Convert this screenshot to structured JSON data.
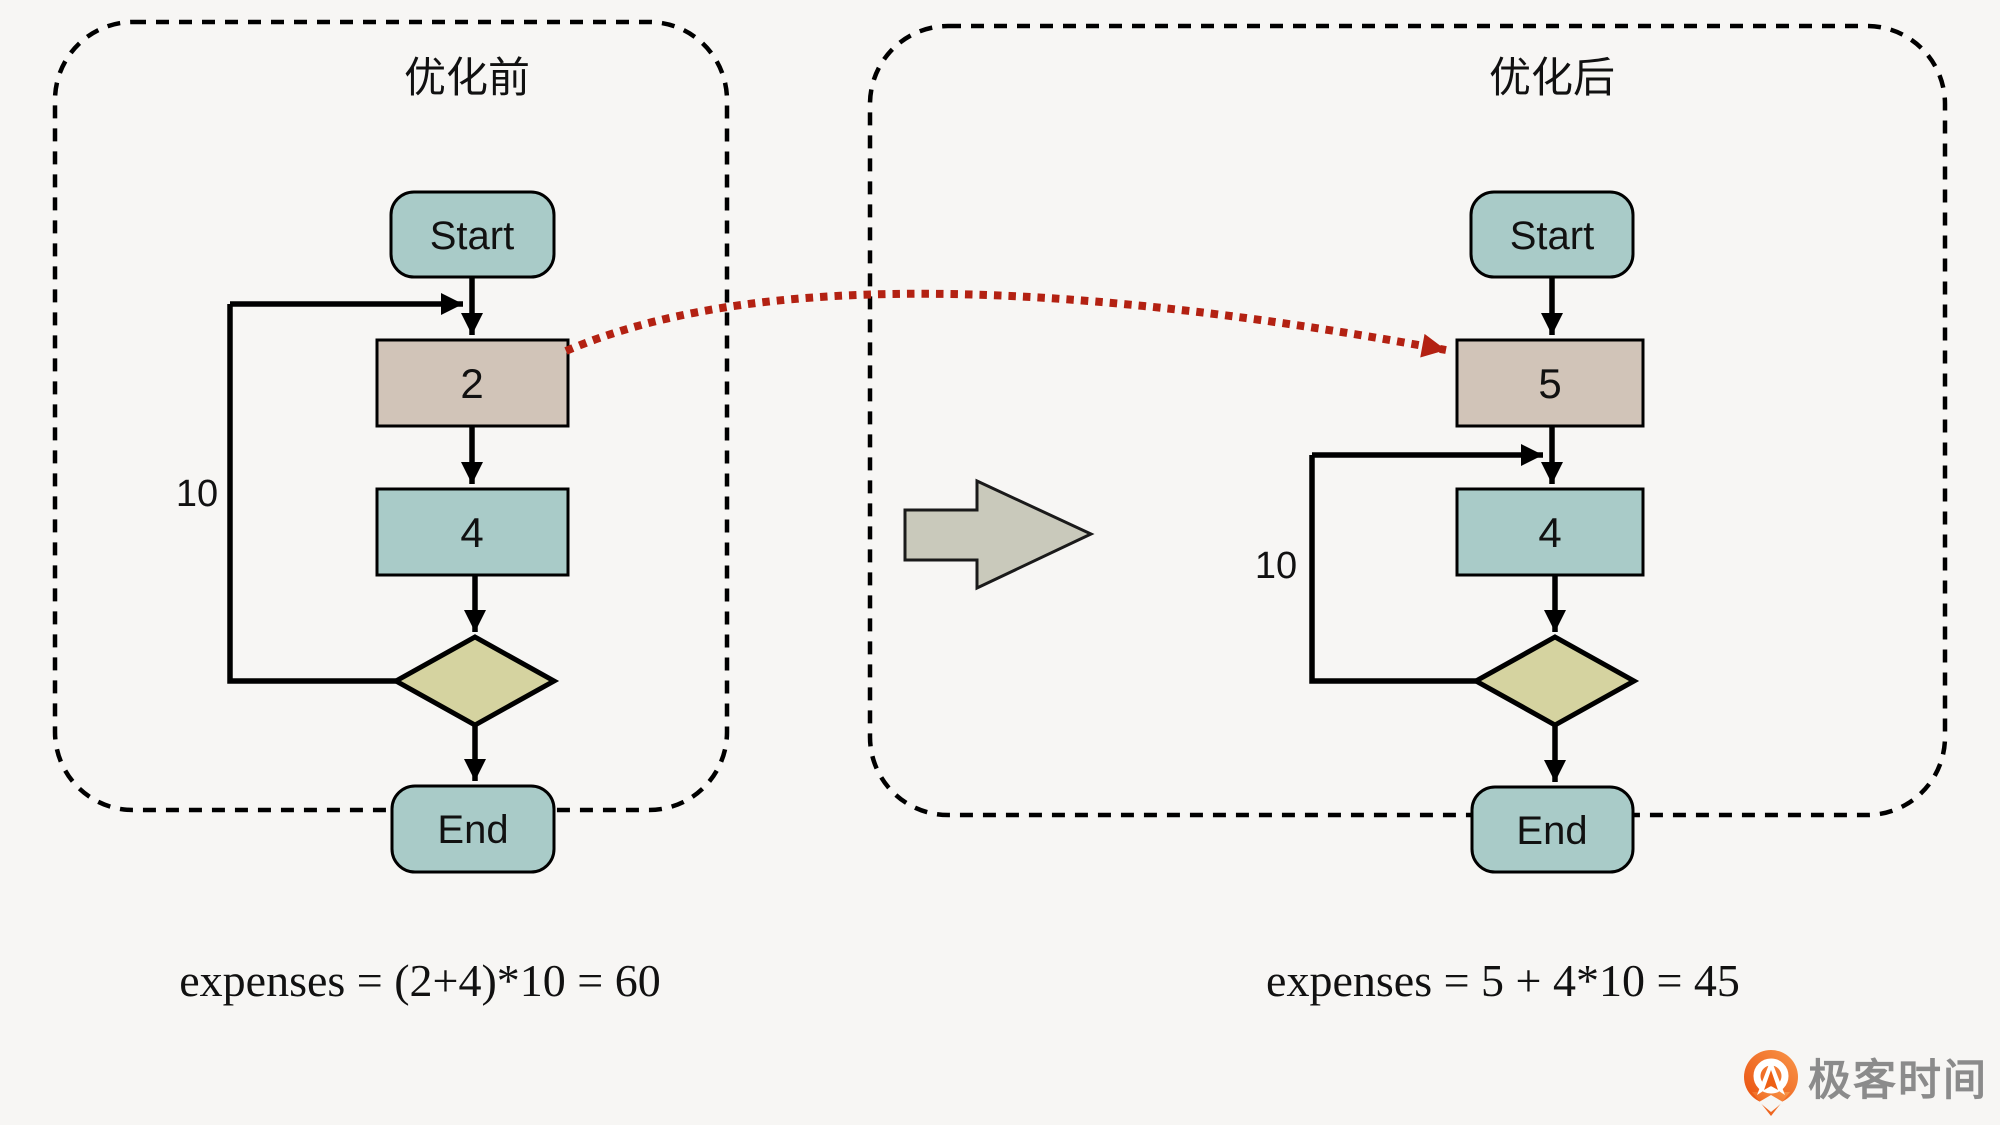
{
  "colors": {
    "background": "#f7f6f4",
    "terminal_fill": "#a9cbc8",
    "outer_cost_fill": "#d1c4b8",
    "inner_cost_fill": "#a9cbc8",
    "decision_fill": "#d5d3a0",
    "flow_line": "#000000",
    "transform_arrow_fill": "#c9c9bb",
    "move_arrow_red": "#b32112",
    "logo_orange": "#ed5a10",
    "logo_text_gray": "#8b8b8b"
  },
  "panels": {
    "before": {
      "title": "优化前",
      "start_label": "Start",
      "outer_cost": "2",
      "inner_cost": "4",
      "end_label": "End",
      "loop_count": "10",
      "formula": "expenses = (2+4)*10 = 60"
    },
    "after": {
      "title": "优化后",
      "start_label": "Start",
      "outer_cost": "5",
      "inner_cost": "4",
      "end_label": "End",
      "loop_count": "10",
      "formula": "expenses = 5 + 4*10 = 45"
    }
  },
  "logo": {
    "brand_text": "极客时间"
  }
}
